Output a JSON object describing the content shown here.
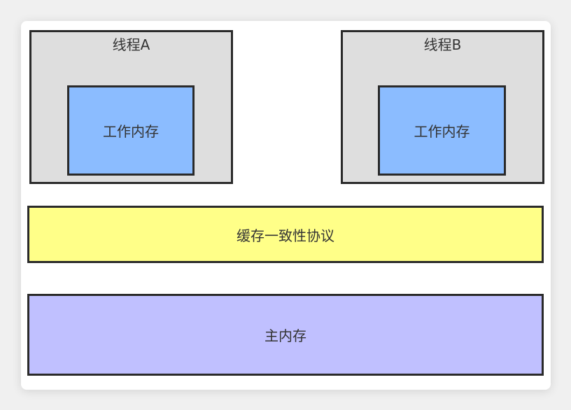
{
  "thread_a": {
    "label": "线程A",
    "working_memory": "工作内存"
  },
  "thread_b": {
    "label": "线程B",
    "working_memory": "工作内存"
  },
  "cache_coherence": {
    "label": "缓存一致性协议"
  },
  "main_memory": {
    "label": "主内存"
  },
  "colors": {
    "thread": "#dedede",
    "working_memory": "#8bbcff",
    "cache": "#ffff88",
    "main_memory": "#c0c0ff"
  }
}
